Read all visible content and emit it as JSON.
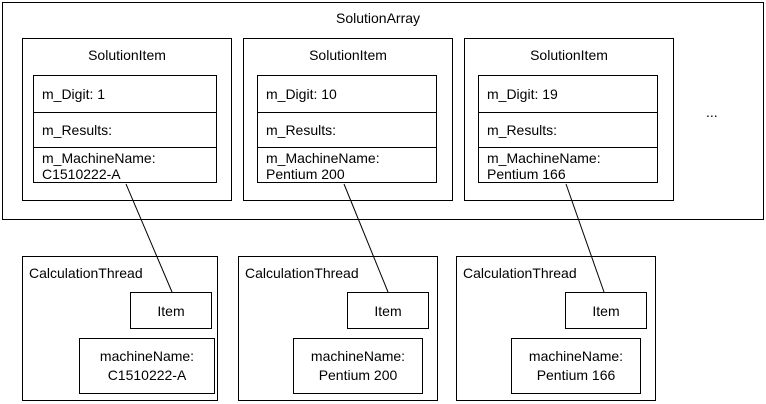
{
  "solution_array": {
    "title": "SolutionArray",
    "ellipsis": "...",
    "items": [
      {
        "title": "SolutionItem",
        "digit": "m_Digit: 1",
        "results": "m_Results:",
        "machine_label": "m_MachineName:",
        "machine_value": "C1510222-A"
      },
      {
        "title": "SolutionItem",
        "digit": "m_Digit: 10",
        "results": "m_Results:",
        "machine_label": "m_MachineName:",
        "machine_value": "Pentium 200"
      },
      {
        "title": "SolutionItem",
        "digit": "m_Digit: 19",
        "results": "m_Results:",
        "machine_label": "m_MachineName:",
        "machine_value": "Pentium 166"
      }
    ]
  },
  "threads": [
    {
      "title": "CalculationThread",
      "item": "Item",
      "machine_label": "machineName:",
      "machine_value": "C1510222-A"
    },
    {
      "title": "CalculationThread",
      "item": "Item",
      "machine_label": "machineName:",
      "machine_value": "Pentium 200"
    },
    {
      "title": "CalculationThread",
      "item": "Item",
      "machine_label": "machineName:",
      "machine_value": "Pentium 166"
    }
  ]
}
